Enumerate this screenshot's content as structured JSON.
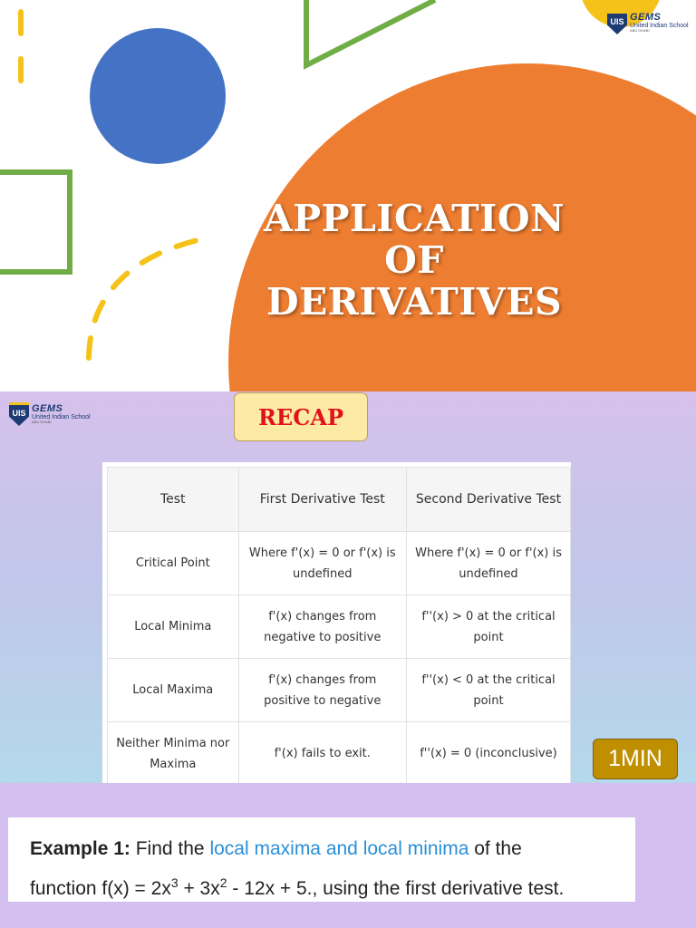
{
  "logo": {
    "badge": "UIS",
    "brand": "GEMS",
    "name": "United Indian School",
    "location": "ABU DHABI"
  },
  "title": {
    "line1": "APPLICATION",
    "line2": "OF",
    "line3": "DERIVATIVES"
  },
  "recap": {
    "label": "RECAP",
    "timer": "1MIN",
    "headers": [
      "Test",
      "First Derivative Test",
      "Second Derivative Test"
    ],
    "rows": [
      [
        "Critical Point",
        "Where f'(x) = 0 or f'(x) is undefined",
        "Where f'(x) = 0 or f'(x) is undefined"
      ],
      [
        "Local Minima",
        "f'(x) changes from negative to positive",
        "f''(x) > 0 at the critical point"
      ],
      [
        "Local Maxima",
        "f'(x) changes from positive to negative",
        "f''(x) < 0 at the critical point"
      ],
      [
        "Neither Minima nor Maxima",
        "f'(x) fails to exit.",
        "f''(x) = 0 (inconclusive)"
      ]
    ]
  },
  "example": {
    "label": "Example 1:",
    "text1": " Find the ",
    "highlight": "local maxima and local minima",
    "text2": " of the",
    "line2_a": "function f(x) = 2x",
    "exp1": "3",
    "line2_b": " + 3x",
    "exp2": "2",
    "line2_c": " - 12x + 5., using the first derivative test."
  },
  "colors": {
    "orange": "#ed7d31",
    "blue": "#4472c4",
    "green": "#70ad47",
    "yellow": "#f5c21a",
    "recap_red": "#e0121b",
    "timer": "#bf8f00",
    "highlight": "#2a8fd6"
  }
}
